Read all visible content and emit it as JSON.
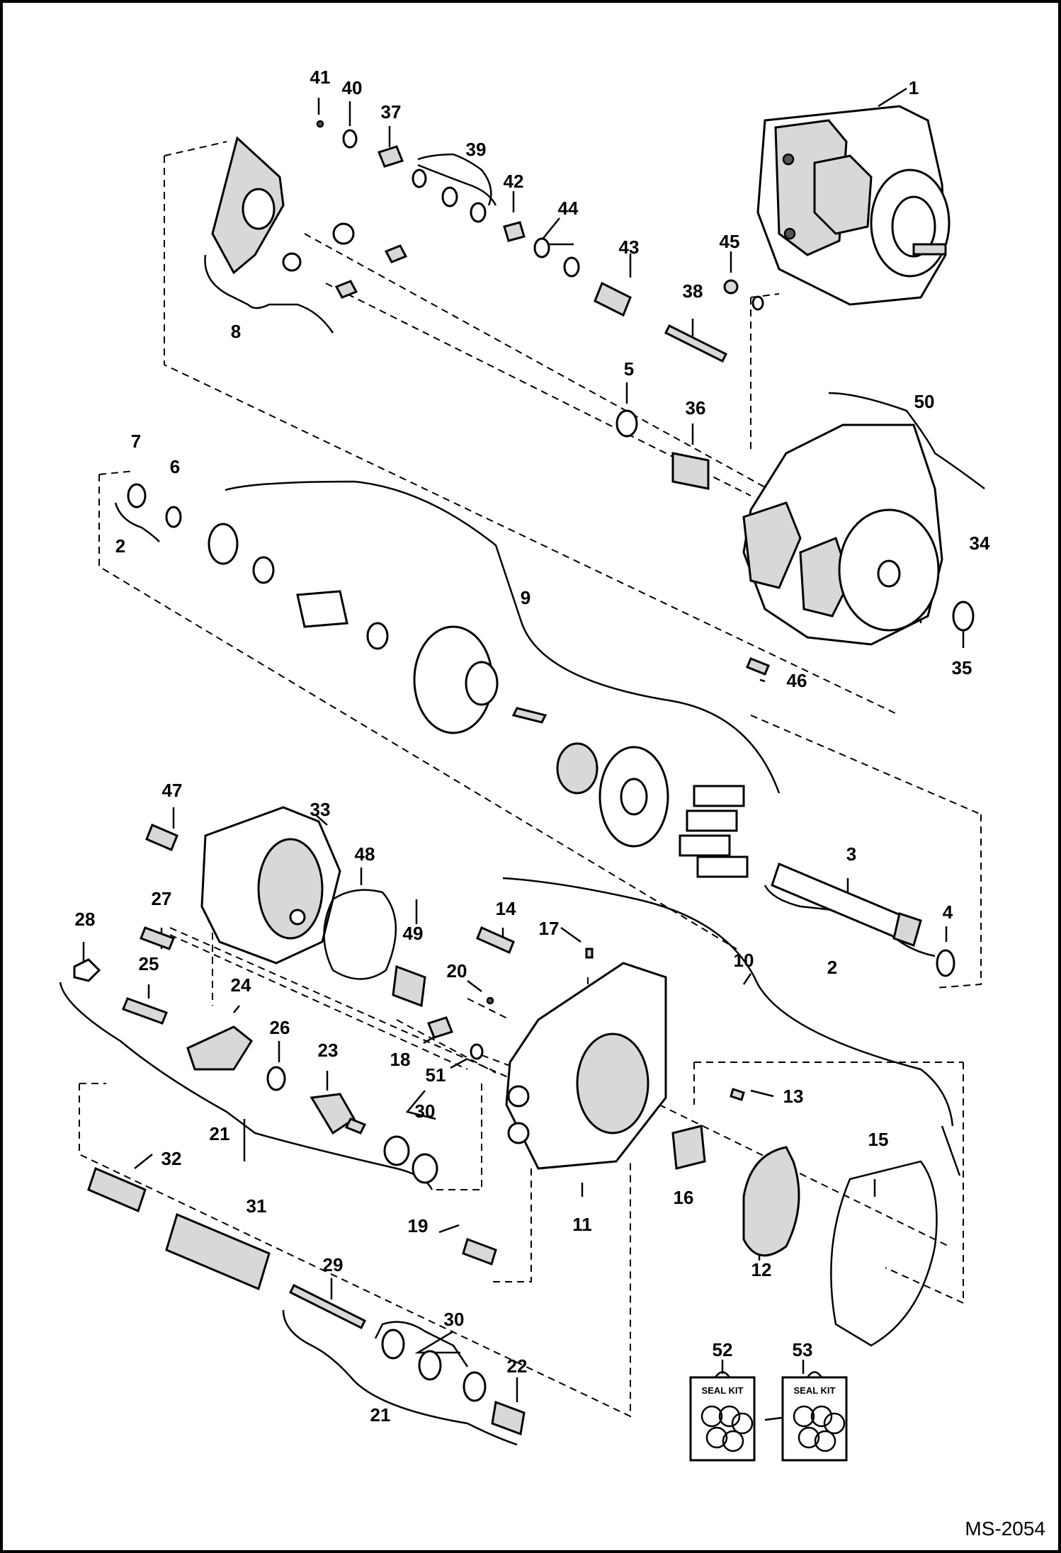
{
  "figure_code": "MS-2054",
  "callouts": [
    "1",
    "2",
    "3",
    "4",
    "5",
    "6",
    "7",
    "8",
    "9",
    "10",
    "11",
    "12",
    "13",
    "14",
    "15",
    "16",
    "17",
    "18",
    "19",
    "20",
    "21",
    "22",
    "23",
    "24",
    "25",
    "26",
    "27",
    "28",
    "29",
    "30",
    "31",
    "32",
    "33",
    "34",
    "35",
    "36",
    "37",
    "38",
    "39",
    "40",
    "41",
    "42",
    "43",
    "44",
    "45",
    "46",
    "47",
    "48",
    "49",
    "50",
    "51",
    "52",
    "53"
  ],
  "seal_kits": [
    {
      "callout": "52",
      "label": "SEAL KIT"
    },
    {
      "callout": "53",
      "label": "SEAL KIT"
    }
  ]
}
